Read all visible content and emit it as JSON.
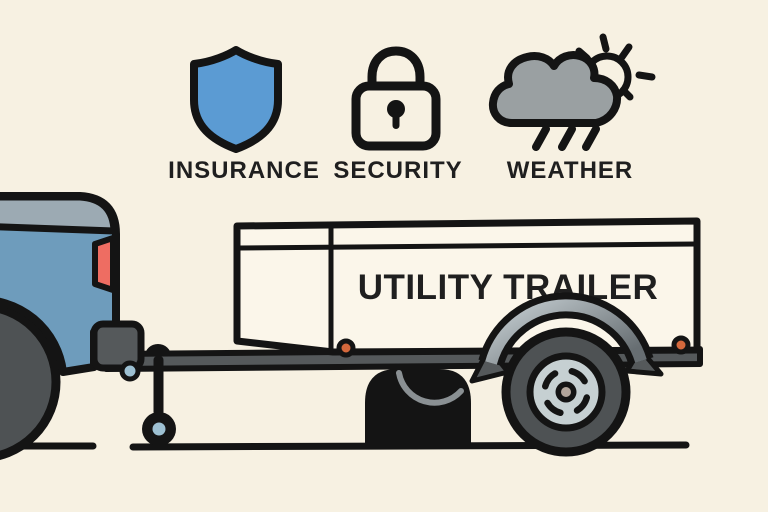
{
  "badges": [
    {
      "icon": "shield",
      "label": "INSURANCE"
    },
    {
      "icon": "padlock",
      "label": "SECURITY"
    },
    {
      "icon": "cloud-sun",
      "label": "WEATHER"
    }
  ],
  "trailer": {
    "side_text": "UTILITY TRAILER"
  },
  "palette": {
    "background": "#f7f1e2",
    "outline": "#141414",
    "label_text": "#1f1f1f",
    "shield_blue": "#5b9bd3",
    "cloud_gray": "#9aa0a2",
    "truck_blue": "#6e9cbc",
    "truck_rail_gray": "#9caab3",
    "tail_light_red": "#ee6d62",
    "metal_dark_gray": "#55595b",
    "tire_gray": "#4e5254",
    "hub_light_gray": "#c6d0d2",
    "hub_center_tan": "#b3a69c",
    "fender_light": "#c7d0d4",
    "fender_dark": "#676e72",
    "marker_orange": "#d4683c",
    "accent_light_blue": "#9dc0d2",
    "trailer_box_cream": "#fbf6ea",
    "wheel_arc_gray": "#8a9093"
  }
}
